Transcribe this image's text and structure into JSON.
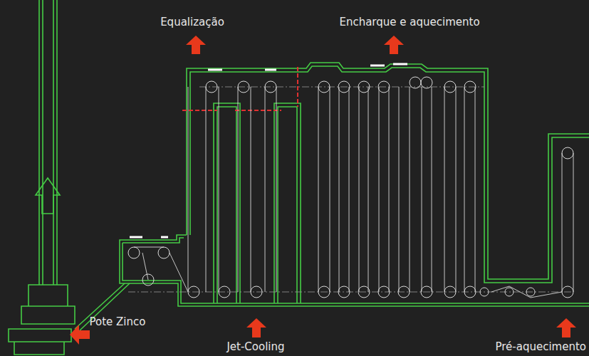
{
  "diagram": {
    "labels": [
      "Equalização",
      "Encharque e aquecimento",
      "Pote Zinco",
      "Jet-Cooling",
      "Pré-aquecimento"
    ]
  }
}
